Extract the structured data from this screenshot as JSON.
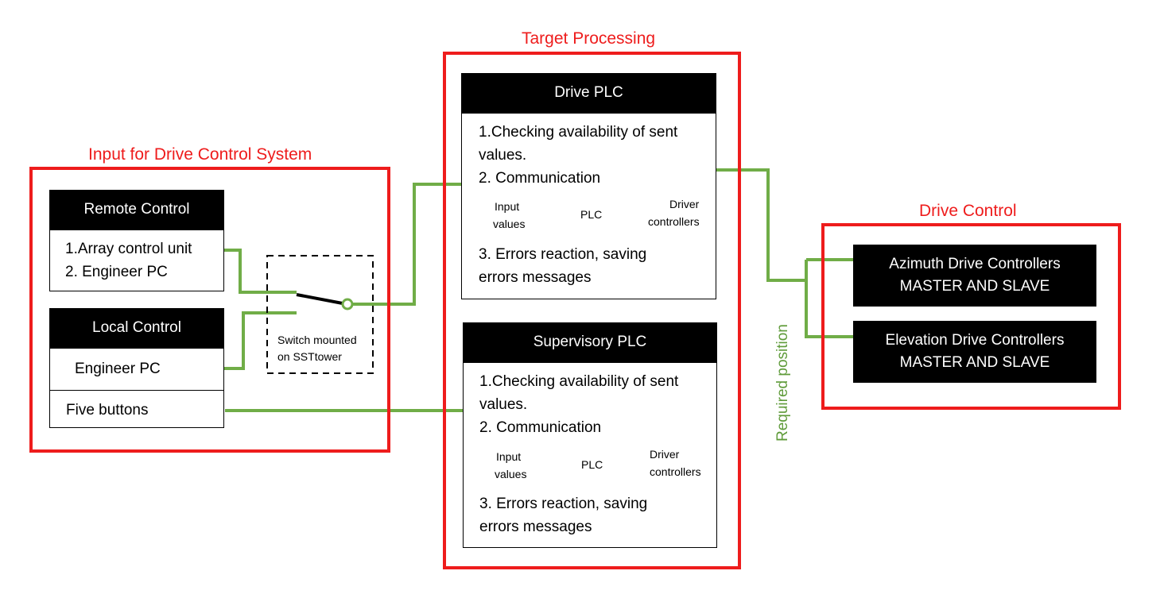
{
  "colors": {
    "group_red": "#ee1c1c",
    "wire_green": "#70ad47",
    "label_green": "#5f9b3a",
    "header_black": "#000000"
  },
  "input_group": {
    "title": "Input for Drive Control System",
    "remote_control": {
      "header": "Remote Control",
      "item1": "1.Array control unit",
      "item2": "2. Engineer PC"
    },
    "local_control": {
      "header": "Local Control",
      "item1": "Engineer PC",
      "item2": "Five buttons"
    },
    "switch": {
      "line1": "Switch mounted",
      "line2": "on SSTtower"
    }
  },
  "target_group": {
    "title": "Target Processing",
    "drive_plc": {
      "header": "Drive PLC",
      "line1": "1.Checking availability of sent",
      "line2": "values.",
      "line3": "2. Communication",
      "input_line1": "Input",
      "input_line2": "values",
      "plc": "PLC",
      "driver_line1": "Driver",
      "driver_line2": "controllers",
      "line4": "3. Errors reaction, saving",
      "line5": "errors messages"
    },
    "supervisory_plc": {
      "header": "Supervisory PLC",
      "line1": "1.Checking availability of sent",
      "line2": "values.",
      "line3": "2. Communication",
      "input_line1": "Input",
      "input_line2": "values",
      "plc": "PLC",
      "driver_line1": "Driver",
      "driver_line2": "controllers",
      "line4": "3. Errors reaction, saving",
      "line5": "errors messages"
    }
  },
  "drive_group": {
    "title": "Drive Control",
    "azimuth": {
      "line1": "Azimuth Drive Controllers",
      "line2": "MASTER AND SLAVE"
    },
    "elevation": {
      "line1": "Elevation Drive Controllers",
      "line2": "MASTER AND SLAVE"
    }
  },
  "wire_label": "Required position"
}
